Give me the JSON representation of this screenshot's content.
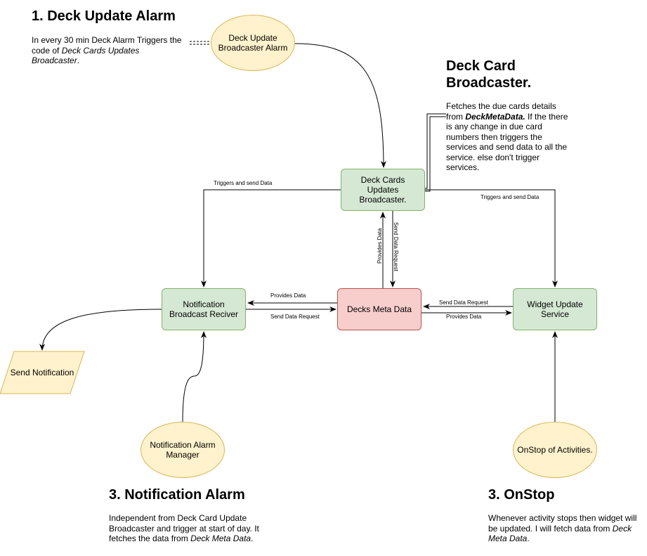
{
  "sections": {
    "deck_update_alarm": {
      "heading": "1. Deck Update Alarm",
      "desc_pre": "In every 30 min Deck Alarm Triggers the code of ",
      "desc_em": "Deck Cards Updates Broadcaster",
      "desc_post": "."
    },
    "deck_card_broadcaster": {
      "heading": "Deck Card Broadcaster.",
      "desc_pre": "Fetches the due cards details from ",
      "desc_em": "DeckMetaData.",
      "desc_post": " If the there is any change in due card numbers then triggers the services and send data to all the service. else don't trigger services."
    },
    "notification_alarm": {
      "heading": "3. Notification Alarm",
      "desc_pre": "Independent from Deck Card Update Broadcaster and trigger at start of day. It fetches the data from ",
      "desc_em": "Deck Meta Data",
      "desc_post": "."
    },
    "onstop": {
      "heading": "3. OnStop",
      "desc_pre": "Whenever activity stops then widget will be updated. I will fetch data from ",
      "desc_em": "Deck Meta Data",
      "desc_post": "."
    }
  },
  "nodes": {
    "alarm": "Deck Update Broadcaster Alarm",
    "broadcaster": "Deck Cards Updates Broadcaster.",
    "notification_receiver": "Notification Broadcast Reciver",
    "meta_data": "Decks Meta Data",
    "widget_service": "Widget Update Service",
    "send_notification": "Send Notification",
    "notification_alarm_manager": "Notification Alarm Manager",
    "onstop_activities": "OnStop of Activities."
  },
  "edge_labels": {
    "triggers_left": "Triggers and send Data",
    "triggers_right": "Triggers and send Data",
    "provides_up": "Provides Data",
    "request_down": "Send Data Request",
    "provides_left": "Provides Data",
    "request_left": "Send Data Request",
    "request_right": "Send Data Request",
    "provides_right": "Provides Data"
  },
  "colors": {
    "process_fill": "#d5e8d4",
    "process_stroke": "#82b366",
    "store_fill": "#f8cecc",
    "store_stroke": "#b85450",
    "event_fill": "#fff2cc",
    "event_stroke": "#d6b656"
  }
}
